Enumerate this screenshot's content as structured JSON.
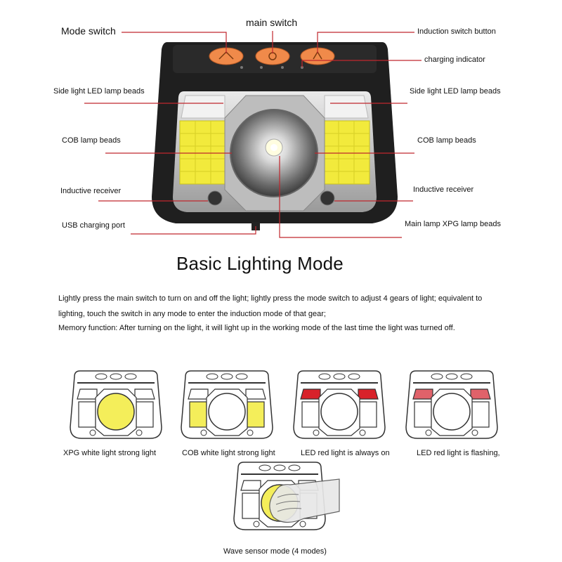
{
  "labels": {
    "mode_switch": "Mode switch",
    "main_switch": "main switch",
    "induction_switch_button": "Induction switch button",
    "charging_indicator": "charging indicator",
    "side_light_left": "Side light LED lamp beads",
    "side_light_right": "Side light LED lamp beads",
    "cob_left": "COB lamp beads",
    "cob_right": "COB lamp beads",
    "inductive_receiver_left": "Inductive receiver",
    "inductive_receiver_right": "Inductive receiver",
    "usb_port": "USB charging port",
    "main_lamp": "Main lamp XPG lamp beads"
  },
  "section_title": "Basic Lighting Mode",
  "description": {
    "line1": "Lightly press the main switch to turn on and off the light; lightly press the mode switch to adjust 4 gears of light; equivalent to",
    "line2": "lighting, touch the switch in any mode to enter the induction mode of that gear;",
    "line3": "Memory function: After turning on the light, it will light up in the working mode of the last time the light was turned off."
  },
  "modes": [
    {
      "caption": "XPG white light strong light",
      "highlight": "center",
      "color": "#f4ee5a"
    },
    {
      "caption": "COB white light strong light",
      "highlight": "sides",
      "color": "#f4ee5a"
    },
    {
      "caption": "LED red light is always on",
      "highlight": "red",
      "color": "#d8222a"
    },
    {
      "caption": "LED red light is flashing,",
      "highlight": "red",
      "color": "#e0626a"
    },
    {
      "caption": "Wave sensor mode (4 modes)",
      "highlight": "hand",
      "color": "#f4ee5a"
    }
  ],
  "colors": {
    "leader": "#c0272d",
    "button": "#f08a4a",
    "cob": "#f2ea3c",
    "body": "#1c1c1c"
  }
}
